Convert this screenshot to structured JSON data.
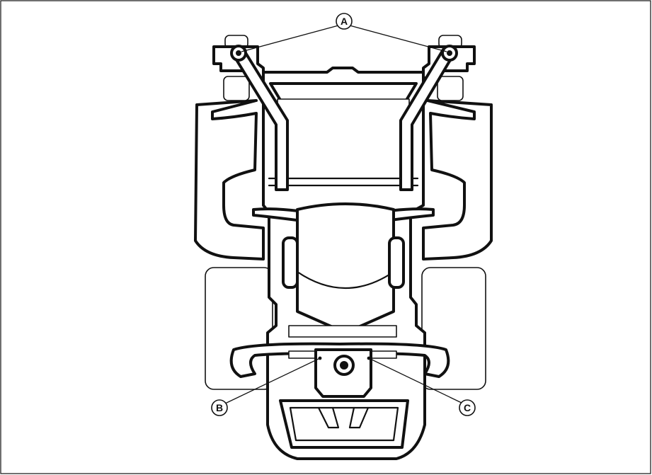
{
  "callouts": {
    "a": "A",
    "b": "B",
    "c": "C"
  },
  "colors": {
    "line": "#111111",
    "background": "#ffffff"
  }
}
